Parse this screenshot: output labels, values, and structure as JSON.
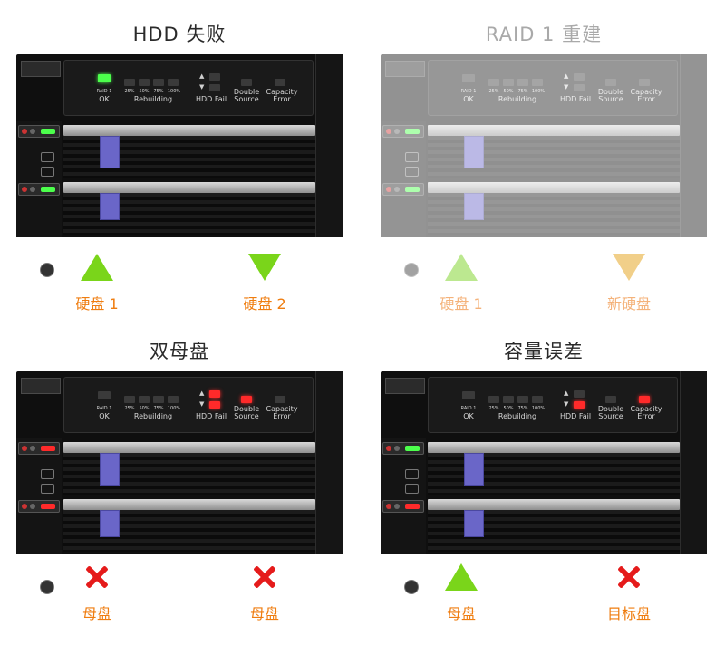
{
  "panels": [
    {
      "title": "HDD 失败",
      "disks": [
        {
          "label": "硬盘 1",
          "icon": "up-arrow-icon"
        },
        {
          "label": "硬盘 2",
          "icon": "down-arrow-icon"
        }
      ]
    },
    {
      "title": "RAID 1 重建",
      "disks": [
        {
          "label": "硬盘 1",
          "icon": "up-arrow-icon"
        },
        {
          "label": "新硬盘",
          "icon": "down-arrow-icon"
        }
      ]
    },
    {
      "title": "双母盘",
      "disks": [
        {
          "label": "母盘",
          "icon": "x-icon"
        },
        {
          "label": "母盘",
          "icon": "x-icon"
        }
      ]
    },
    {
      "title": "容量误差",
      "disks": [
        {
          "label": "母盘",
          "icon": "up-arrow-icon"
        },
        {
          "label": "目标盘",
          "icon": "x-icon"
        }
      ]
    }
  ],
  "device": {
    "raid1": "RAID 1",
    "ok": "OK",
    "pct25": "25%",
    "pct50": "50%",
    "pct75": "75%",
    "pct100": "100%",
    "rebuilding": "Rebuilding",
    "hdd_fail": "HDD Fail",
    "double": "Double",
    "source": "Source",
    "capacity": "Capacity",
    "error": "Error"
  },
  "colors": {
    "green_arrow": "#7ad51a",
    "tan_arrow": "#f1cf89",
    "red_x": "#e51b1b",
    "orange_label": "#ef7d10"
  }
}
